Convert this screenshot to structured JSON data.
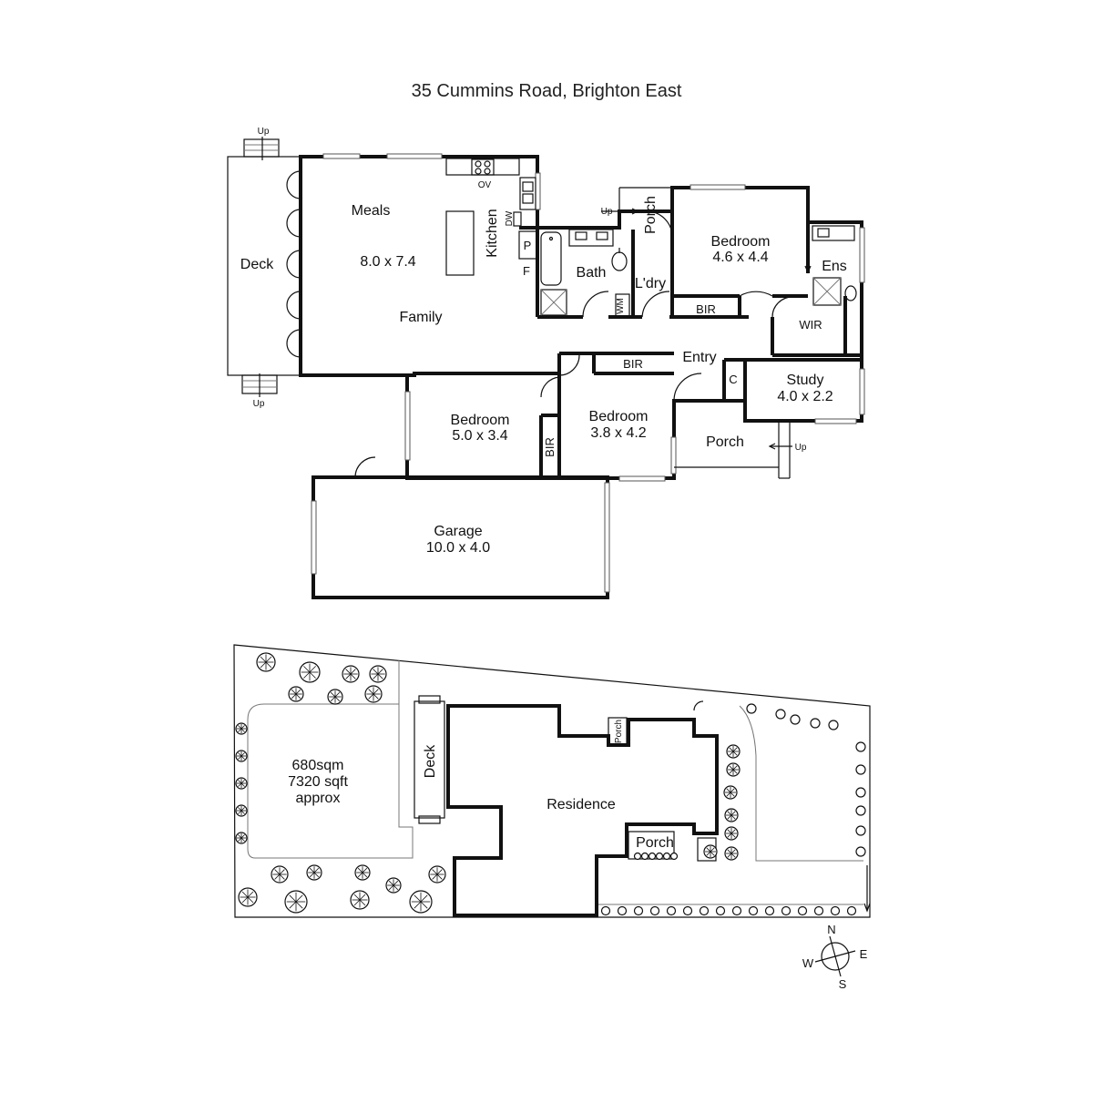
{
  "title": "35 Cummins Road, Brighton East",
  "floor_plan": {
    "rooms": {
      "deck": "Deck",
      "meals": "Meals",
      "meals_family_size": "8.0 x 7.4",
      "family": "Family",
      "kitchen": "Kitchen",
      "oven": "OV",
      "dishwasher": "DW",
      "pantry": "P",
      "fridge": "F",
      "bath": "Bath",
      "laundry": "L'dry",
      "washing_machine": "WM",
      "porch_rear": "Porch",
      "bedroom_main": "Bedroom",
      "bedroom_main_size": "4.6 x 4.4",
      "ensuite": "Ens",
      "bir_main": "BIR",
      "wir": "WIR",
      "entry": "Entry",
      "bir_bed3": "BIR",
      "cupboard": "C",
      "study": "Study",
      "study_size": "4.0 x 2.2",
      "bedroom_2": "Bedroom",
      "bedroom_2_size": "5.0 x 3.4",
      "bir_bed2": "BIR",
      "bedroom_3": "Bedroom",
      "bedroom_3_size": "3.8 x 4.2",
      "porch_front": "Porch",
      "garage": "Garage",
      "garage_size": "10.0 x 4.0"
    },
    "stairs": {
      "deck_top": "Up",
      "deck_bottom": "Up",
      "porch_rear": "Up",
      "porch_front": "Up"
    }
  },
  "site_plan": {
    "land_sqm": "680sqm",
    "land_sqft": "7320 sqft",
    "land_note": "approx",
    "deck": "Deck",
    "residence": "Residence",
    "porch_small": "Porch",
    "porch_front": "Porch"
  },
  "compass": {
    "n": "N",
    "e": "E",
    "s": "S",
    "w": "W"
  }
}
